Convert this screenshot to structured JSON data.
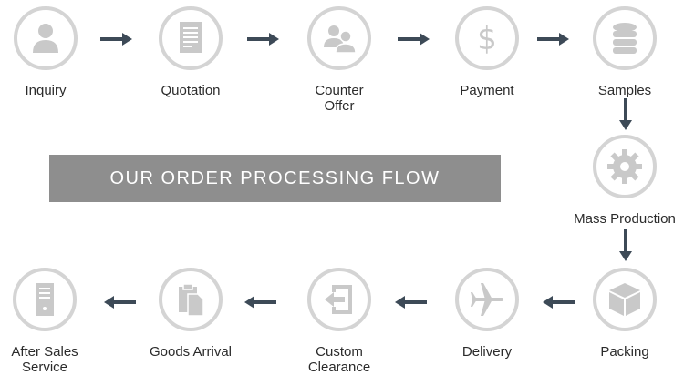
{
  "banner": {
    "title": "OUR ORDER PROCESSING FLOW"
  },
  "steps": {
    "inquiry": "Inquiry",
    "quotation": "Quotation",
    "counter_offer": "Counter Offer",
    "payment": "Payment",
    "samples": "Samples",
    "mass_production": "Mass Production",
    "packing": "Packing",
    "delivery": "Delivery",
    "custom_clearance": "Custom Clearance",
    "goods_arrival": "Goods Arrival",
    "after_sales_service": "After Sales Service"
  },
  "icons": {
    "inquiry": "user-icon",
    "quotation": "document-icon",
    "counter_offer": "group-icon",
    "payment": "dollar-icon",
    "samples": "database-icon",
    "mass_production": "gear-icon",
    "packing": "box-icon",
    "delivery": "airplane-icon",
    "custom_clearance": "exit-icon",
    "goods_arrival": "clipboard-icon",
    "after_sales_service": "server-icon"
  },
  "colors": {
    "circle_border": "#d4d4d4",
    "icon_fill": "#c9c9c9",
    "arrow": "#3d4a57",
    "banner_bg": "#8e8e8e"
  }
}
